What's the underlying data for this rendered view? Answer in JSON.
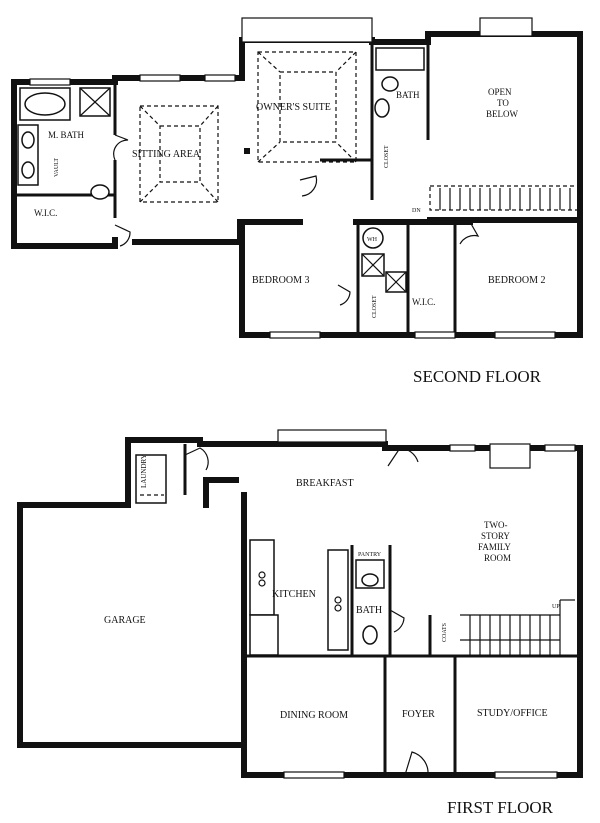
{
  "second_floor": {
    "heading": "SECOND FLOOR",
    "rooms": {
      "m_bath": "M. BATH",
      "vault": "VAULT",
      "wic_master": "W.I.C.",
      "sitting_area": "SITTING AREA",
      "owners_suite": "OWNER'S SUITE",
      "bath": "BATH",
      "closet_upper": "CLOSET",
      "open_to_below": [
        "OPEN",
        "TO",
        "BELOW"
      ],
      "dn": "DN",
      "bedroom_3": "BEDROOM 3",
      "wh": "WH",
      "closet_lower": "CLOSET",
      "wic_lower": "W.I.C.",
      "bedroom_2": "BEDROOM 2"
    }
  },
  "first_floor": {
    "heading": "FIRST FLOOR",
    "rooms": {
      "laundry": "LAUNDRY",
      "breakfast": "BREAKFAST",
      "garage": "GARAGE",
      "kitchen": "KITCHEN",
      "pantry": "PANTRY",
      "bath": "BATH",
      "family_room": [
        "TWO-",
        "STORY",
        "FAMILY",
        "ROOM"
      ],
      "up": "UP",
      "coats": "COATS",
      "dining_room": "DINING ROOM",
      "foyer": "FOYER",
      "study_office": "STUDY/OFFICE"
    }
  }
}
